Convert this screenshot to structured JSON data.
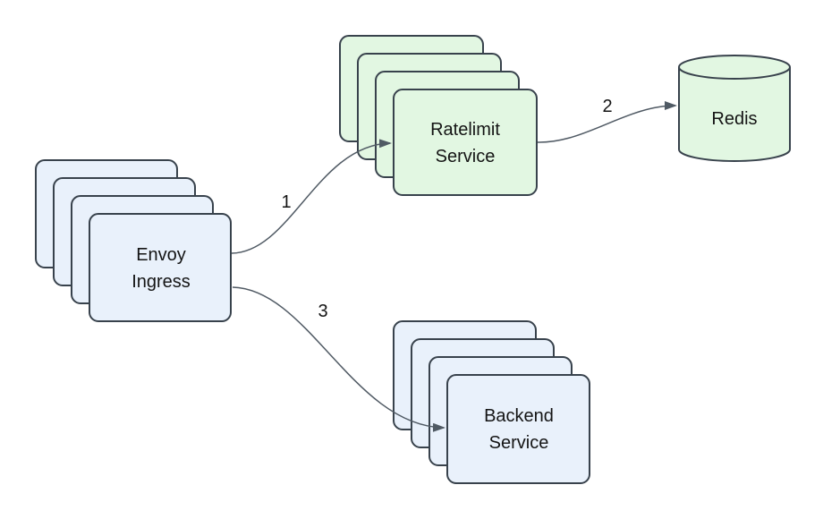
{
  "theme": {
    "canvas-bg": "#ffffff",
    "node-blue": "#e9f1fb",
    "node-green": "#e2f7e2",
    "node-stroke": "#38424c",
    "arrow-stroke": "#505a64",
    "label-color": "#141414"
  },
  "nodes": {
    "envoy_ingress": {
      "lines": [
        "Envoy",
        "Ingress"
      ],
      "shape": "stacked-rectangles",
      "stack_count": 4,
      "color": "#e9f1fb"
    },
    "ratelimit_service": {
      "lines": [
        "Ratelimit",
        "Service"
      ],
      "shape": "stacked-rectangles",
      "stack_count": 4,
      "color": "#e2f7e2"
    },
    "redis": {
      "lines": [
        "Redis"
      ],
      "shape": "cylinder",
      "color": "#e2f7e2"
    },
    "backend_service": {
      "lines": [
        "Backend",
        "Service"
      ],
      "shape": "stacked-rectangles",
      "stack_count": 4,
      "color": "#e9f1fb"
    }
  },
  "edges": [
    {
      "label": "1",
      "from": "Envoy Ingress",
      "to": "Ratelimit Service"
    },
    {
      "label": "2",
      "from": "Ratelimit Service",
      "to": "Redis"
    },
    {
      "label": "3",
      "from": "Envoy Ingress",
      "to": "Backend Service"
    }
  ]
}
